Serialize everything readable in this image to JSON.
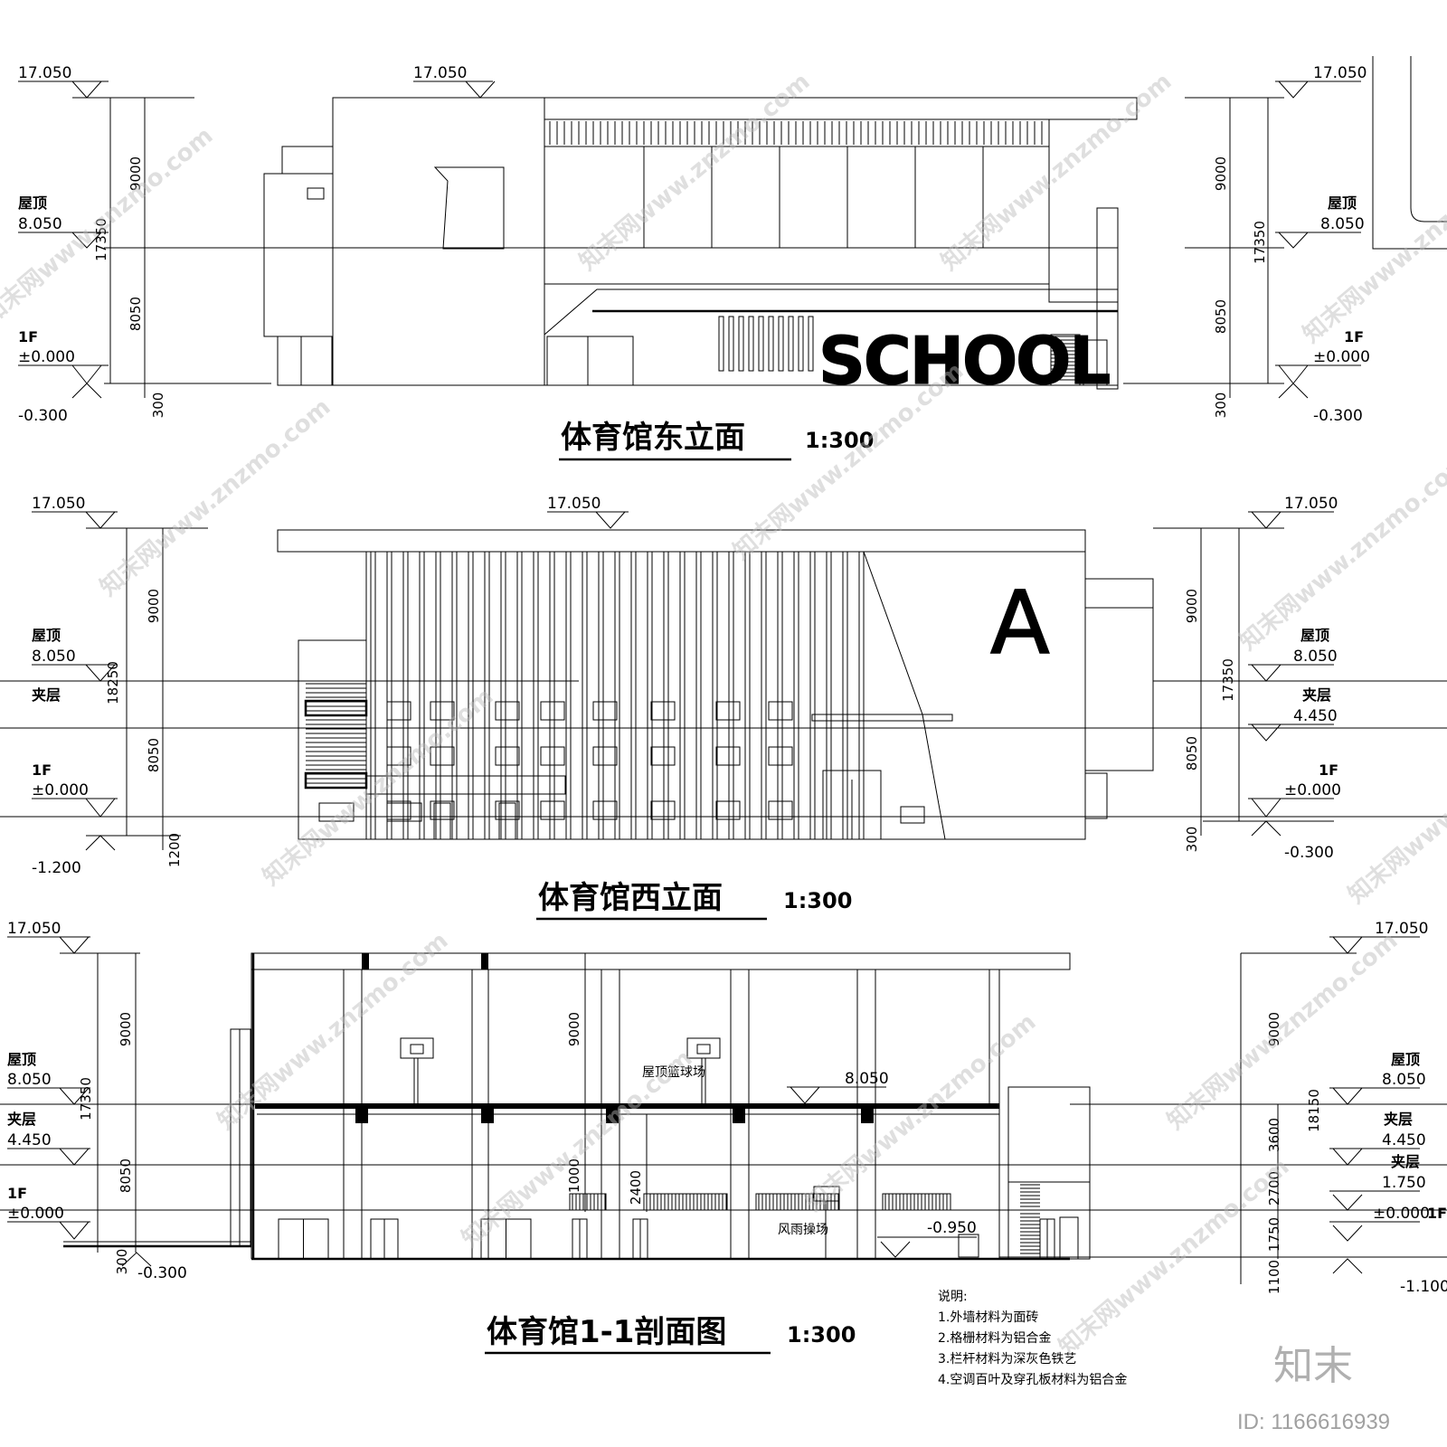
{
  "drawings": {
    "east": {
      "title": "体育馆东立面",
      "scale": "1:300",
      "levels_left": {
        "top": "17.050",
        "roof_label": "屋顶",
        "roof": "8.050",
        "f1_label": "1F",
        "f1": "±0.000",
        "base": "-0.300"
      },
      "levels_right": {
        "top": "17.050",
        "roof_label": "屋顶",
        "roof": "8.050",
        "f1_label": "1F",
        "f1": "±0.000",
        "base": "-0.300"
      },
      "top_center": "17.050",
      "dims_left": {
        "upper": "9000",
        "lower": "8050",
        "total": "17350",
        "base": "300"
      },
      "dims_right": {
        "upper": "9000",
        "lower": "8050",
        "total": "17350",
        "base": "300"
      },
      "sign": "SCHOOL"
    },
    "west": {
      "title": "体育馆西立面",
      "scale": "1:300",
      "levels_left": {
        "top": "17.050",
        "roof_label": "屋顶",
        "roof": "8.050",
        "mezz_label": "夹层",
        "f1_label": "1F",
        "f1": "±0.000",
        "base": "-1.200"
      },
      "levels_right": {
        "top": "17.050",
        "roof_label": "屋顶",
        "roof": "8.050",
        "mezz_label": "夹层",
        "mezz": "4.450",
        "f1_label": "1F",
        "f1": "±0.000",
        "base": "-0.300"
      },
      "top_center": "17.050",
      "dims_left": {
        "upper": "9000",
        "lower": "8050",
        "total": "18250",
        "base": "1200"
      },
      "dims_right": {
        "upper": "9000",
        "lower": "8050",
        "total": "17350",
        "base": "300"
      },
      "sign": "A"
    },
    "section": {
      "title": "体育馆1-1剖面图",
      "scale": "1:300",
      "levels_left": {
        "top": "17.050",
        "roof_label": "屋顶",
        "roof": "8.050",
        "mezz_label": "夹层",
        "mezz": "4.450",
        "f1_label": "1F",
        "f1": "±0.000",
        "base": "-0.300"
      },
      "levels_right": {
        "top": "17.050",
        "roof_label": "屋顶",
        "roof": "8.050",
        "mezz_label": "夹层",
        "mezz": "4.450",
        "mezz2_label": "夹层",
        "mezz2": "1.750",
        "f1": "±0.000",
        "f1_label": "1F",
        "base": "-1.100"
      },
      "dims_left": {
        "upper": "9000",
        "lower": "8050",
        "total": "17350",
        "base": "300"
      },
      "dims_right": {
        "upper": "9000",
        "total": "18150",
        "d1": "3600",
        "d2": "2700",
        "d3": "1750",
        "base": "1100"
      },
      "inner_dims": {
        "upper": "9000",
        "d1": "1000",
        "d2": "2400"
      },
      "roof_level": "8.050",
      "room_roof": "屋顶篮球场",
      "room_ground": "风雨操场",
      "pit_level": "-0.950"
    }
  },
  "notes": {
    "heading": "说明:",
    "items": [
      "1.外墙材料为面砖",
      "2.格栅材料为铝合金",
      "3.栏杆材料为深灰色铁艺",
      "4.空调百叶及穿孔板材料为铝合金"
    ]
  },
  "watermark": "知末网www.znzmo.com",
  "brand": "知末",
  "id_label": "ID: 1166616939"
}
